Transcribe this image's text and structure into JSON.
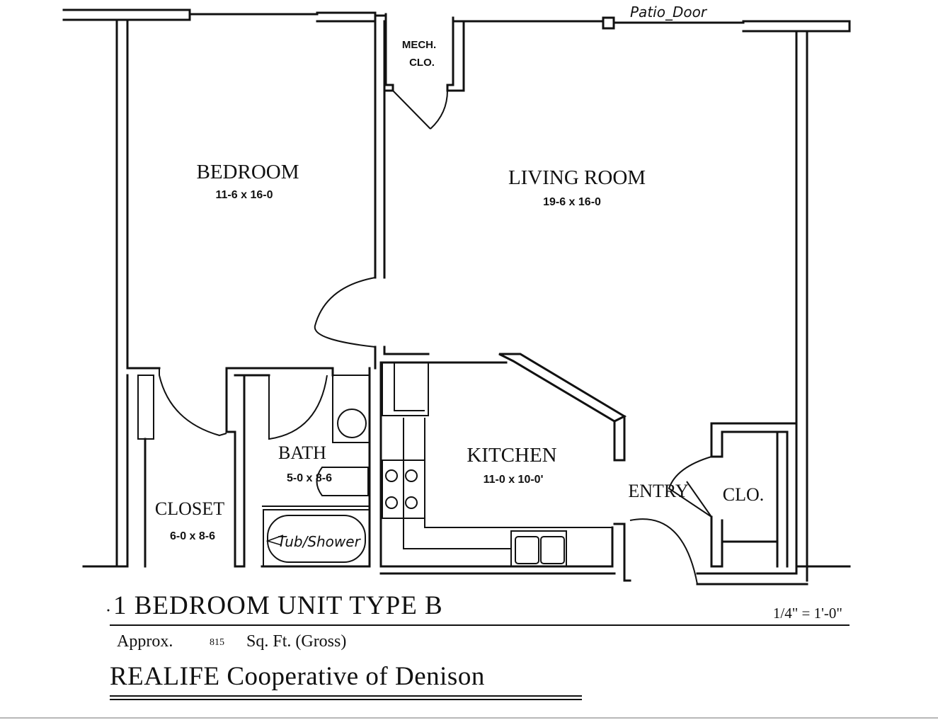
{
  "annotations": {
    "patio_door": "Patio_Door",
    "tub_shower": "Tub/Shower"
  },
  "rooms": {
    "mech_line1": "MECH.",
    "mech_line2": "CLO.",
    "bedroom_name": "BEDROOM",
    "bedroom_dims": "11-6 x 16-0",
    "living_name": "LIVING ROOM",
    "living_dims": "19-6 x 16-0",
    "kitchen_name": "KITCHEN",
    "kitchen_dims": "11-0 x 10-0'",
    "bath_name": "BATH",
    "bath_dims": "5-0 x 8-6",
    "closet_name": "CLOSET",
    "closet_dims": "6-0 x 8-6",
    "entry_name": "ENTRY",
    "entry_clo_name": "CLO."
  },
  "title_block": {
    "unit_title": "1 BEDROOM UNIT TYPE B",
    "scale": "1/4\" = 1'-0\"",
    "approx_prefix": "Approx.",
    "sqft_value": "815",
    "approx_suffix": "Sq. Ft. (Gross)",
    "cooperative": "REALIFE Cooperative of Denison"
  }
}
